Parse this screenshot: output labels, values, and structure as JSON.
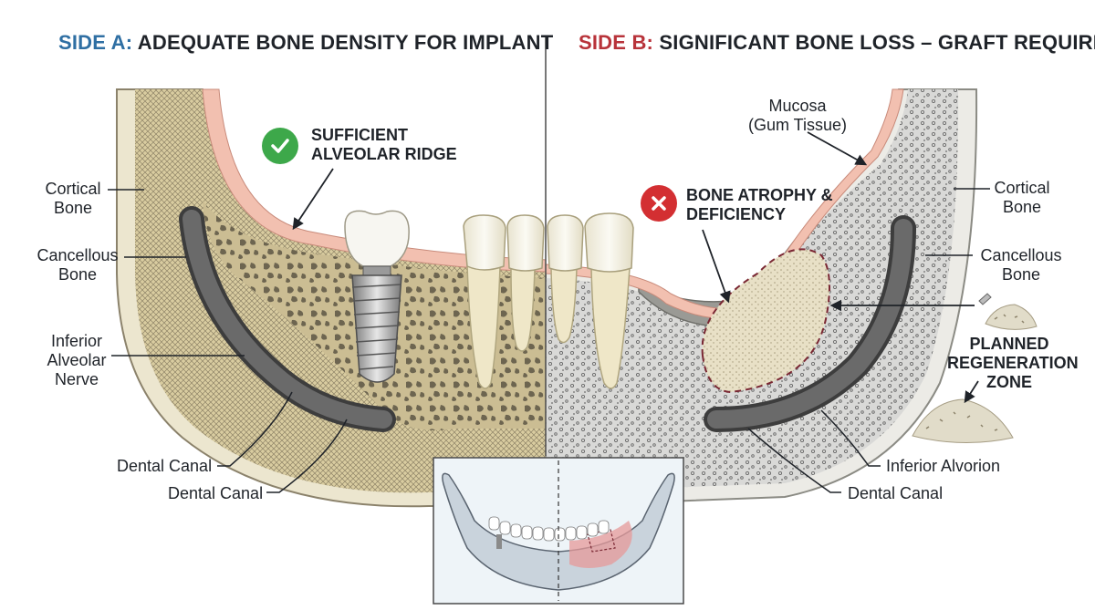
{
  "side_a": {
    "prefix": "SIDE A:",
    "title": "ADEQUATE BONE DENSITY FOR IMPLANT",
    "callout_line1": "SUFFICIENT",
    "callout_line2": "ALVEOLAR RIDGE",
    "labels": {
      "cortical_1": "Cortical",
      "cortical_2": "Bone",
      "cancellous_1": "Cancellous",
      "cancellous_2": "Bone",
      "nerve_1": "Inferior",
      "nerve_2": "Alveolar",
      "nerve_3": "Nerve",
      "canal_1": "Dental Canal",
      "canal_2": "Dental Canal"
    }
  },
  "side_b": {
    "prefix": "SIDE B:",
    "title": "SIGNIFICANT BONE LOSS – GRAFT REQUIRED",
    "callout_line1": "BONE ATROPHY &",
    "callout_line2": "DEFICIENCY",
    "labels": {
      "mucosa_1": "Mucosa",
      "mucosa_2": "(Gum Tissue)",
      "cortical_1": "Cortical",
      "cortical_2": "Bone",
      "cancellous_1": "Cancellous",
      "cancellous_2": "Bone",
      "planned_1": "PLANNED",
      "planned_2": "REGENERATION",
      "planned_3": "ZONE",
      "alvorion": "Inferior Alvorion",
      "canal": "Dental Canal"
    }
  },
  "colors": {
    "side_a_accent": "#2f6fa3",
    "side_b_accent": "#b8333a",
    "check": "#3da84a",
    "cross": "#d32f32"
  },
  "icons": {
    "check": "check-circle-icon",
    "cross": "x-circle-icon"
  }
}
